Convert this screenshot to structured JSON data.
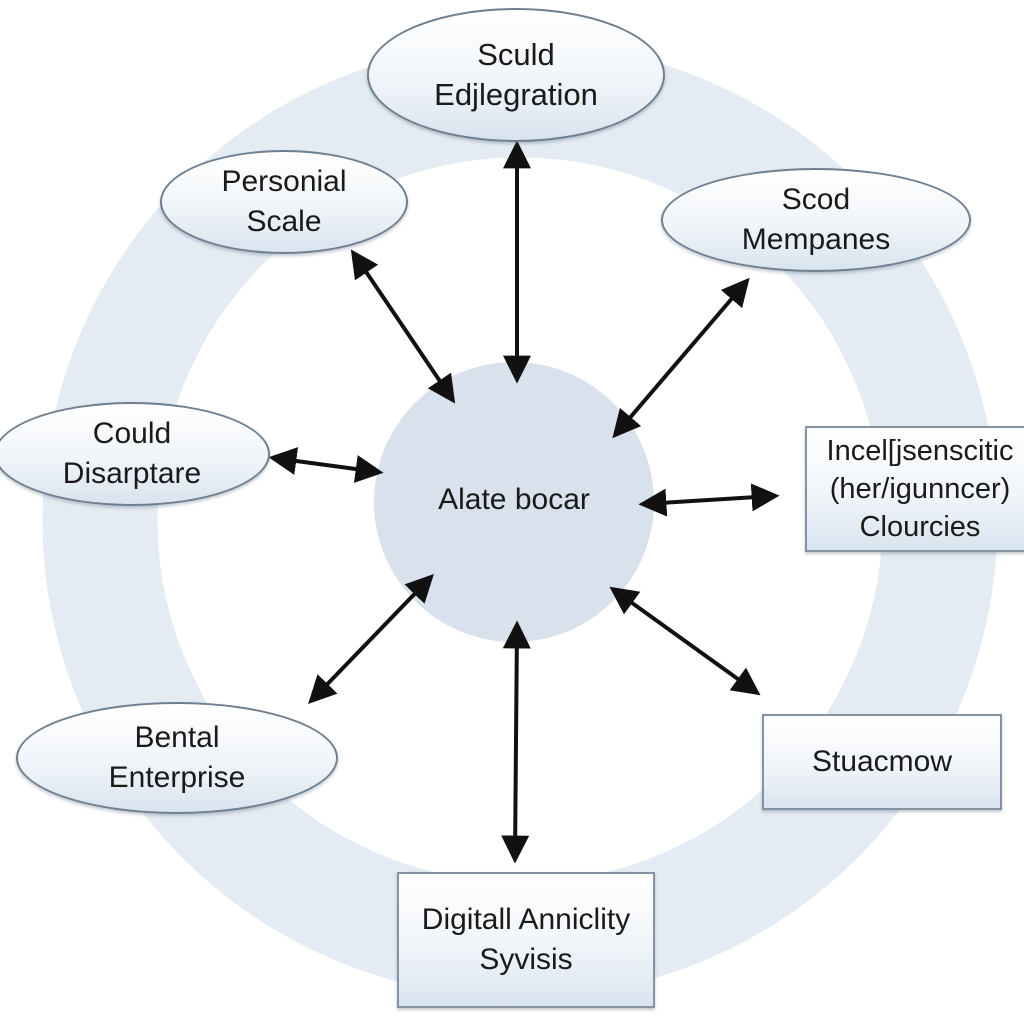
{
  "colors": {
    "ring": "#e4ebf3",
    "hub": "#d8e1ec",
    "node_border": "#6f7f8f",
    "arrow": "#111111"
  },
  "hub": {
    "label": "Alate bocar"
  },
  "nodes": {
    "top": {
      "lines": [
        "Sculd",
        "Edjlegration"
      ]
    },
    "personal_scale": {
      "lines": [
        "Personial",
        "Scale"
      ]
    },
    "scod_mempanes": {
      "lines": [
        "Scod",
        "Mempanes"
      ]
    },
    "could_disarptare": {
      "lines": [
        "Could",
        "Disarptare"
      ]
    },
    "incel": {
      "lines": [
        "Incel[jsenscitic",
        "(her/igunncer)",
        "Clourcies"
      ]
    },
    "bental_enterprise": {
      "lines": [
        "Bental",
        "Enterprise"
      ]
    },
    "stuacmow": {
      "lines": [
        "Stuacmow"
      ]
    },
    "digital": {
      "lines": [
        "Digitall Anniclity",
        "Syvisis"
      ]
    }
  }
}
